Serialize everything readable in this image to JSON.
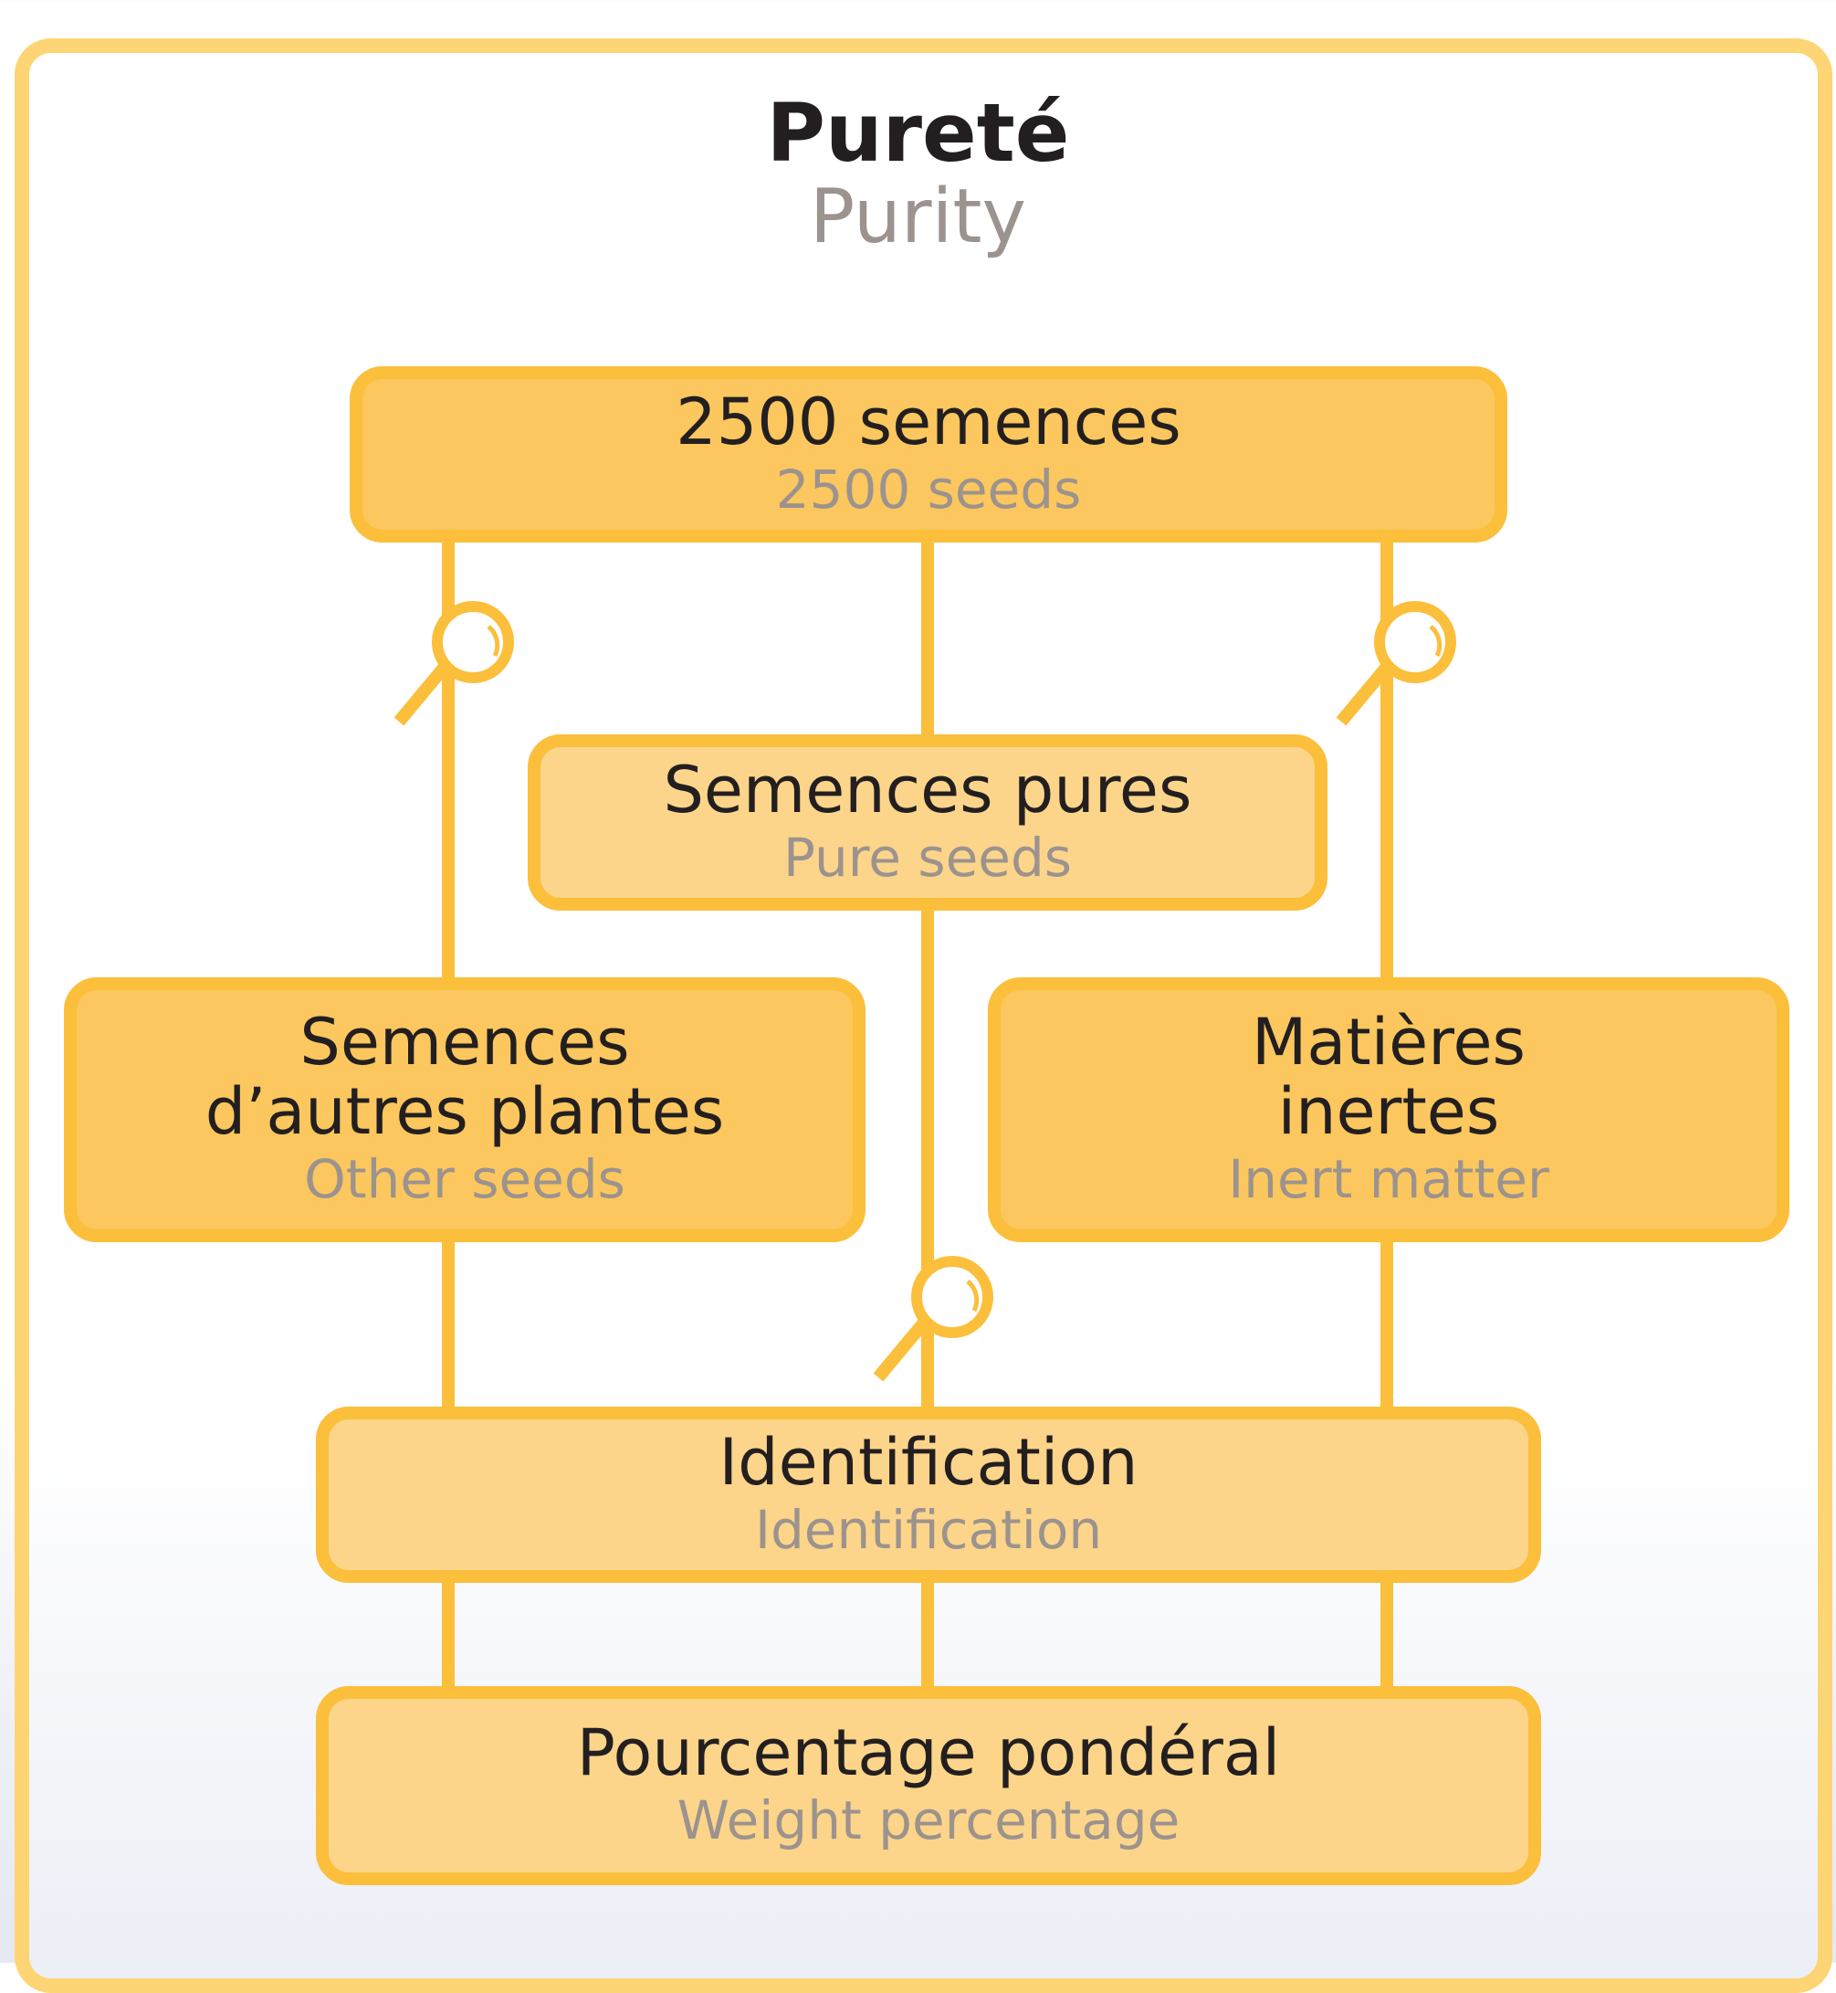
{
  "title": {
    "fr": "Pureté",
    "en": "Purity"
  },
  "nodes": {
    "seeds_2500": {
      "fr": "2500 semences",
      "en": "2500 seeds"
    },
    "pure_seeds": {
      "fr": "Semences pures",
      "en": "Pure seeds"
    },
    "other_seeds": {
      "fr_line1": "Semences",
      "fr_line2": "d’autres plantes",
      "en": "Other seeds"
    },
    "inert_matter": {
      "fr_line1": "Matières",
      "fr_line2": "inertes",
      "en": "Inert matter"
    },
    "identification": {
      "fr": "Identification",
      "en": "Identification"
    },
    "weight_percentage": {
      "fr": "Pourcentage pondéral",
      "en": "Weight percentage"
    }
  },
  "colors": {
    "frame": "#fdd574",
    "box_border": "#fbbf3c",
    "box_fill_dark": "#fbc75e",
    "box_fill_light": "#fcd58a",
    "connector": "#fbbf3c",
    "text_primary": "#231f20",
    "text_secondary": "#9c938e"
  },
  "icons": [
    "magnifier-icon",
    "magnifier-icon",
    "magnifier-icon"
  ]
}
